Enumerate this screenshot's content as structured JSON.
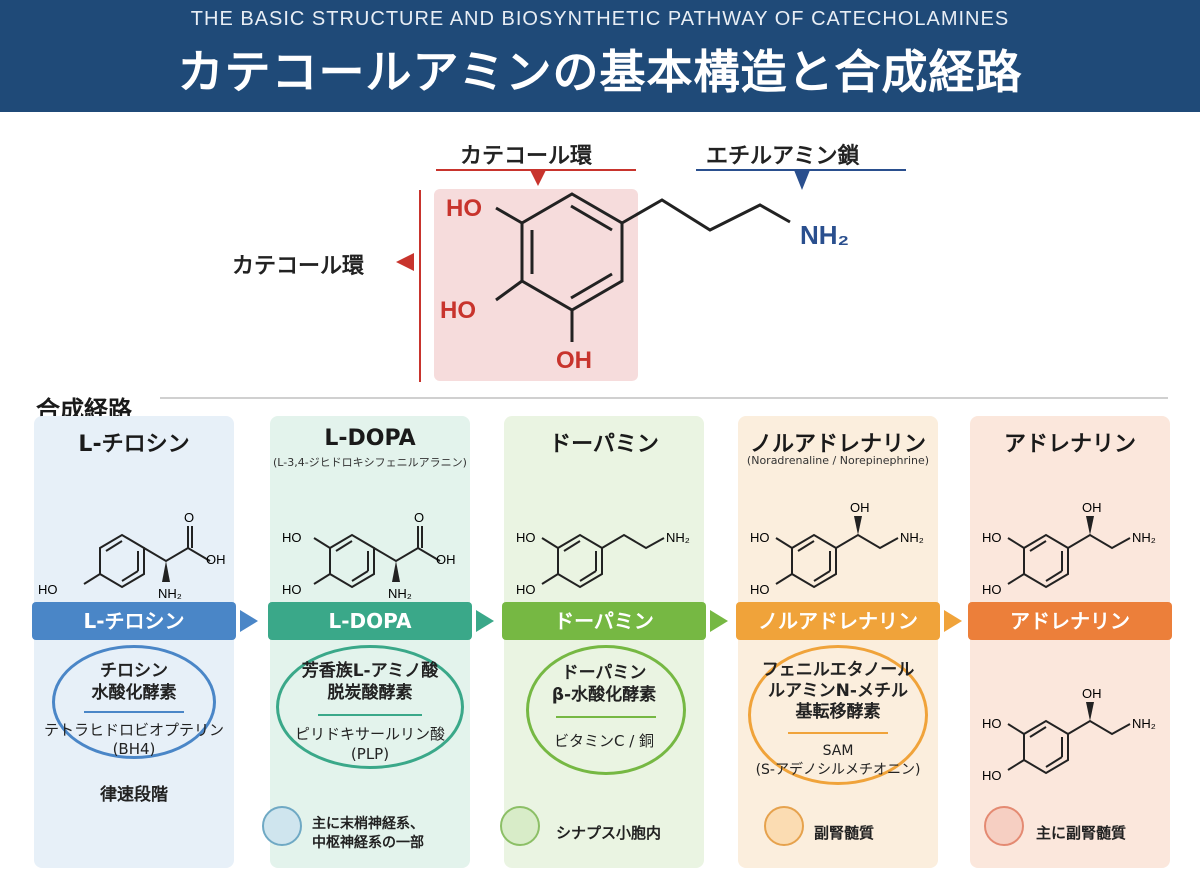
{
  "header": {
    "subtitle_en": "THE BASIC STRUCTURE AND BIOSYNTHETIC PATHWAY OF CATECHOLAMINES",
    "title_ja": "カテコールアミンの基本構造と合成経路"
  },
  "structure": {
    "ring_label_top": "カテコール環",
    "chain_label": "エチルアミン鎖",
    "ring_label_left": "カテコール環",
    "ho_1": "HO",
    "ho_2": "HO",
    "oh_3": "OH",
    "nh2": "NH₂",
    "colors": {
      "ring": "#c8342d",
      "chain": "#2a4f8e",
      "ring_bg": "#f6dcdc"
    }
  },
  "pathway": {
    "title": "合成経路",
    "steps": [
      {
        "name": "L-チロシン",
        "subtitle": "",
        "band_label": "L-チロシン",
        "enzyme_lines": [
          "チロシン",
          "水酸化酵素"
        ],
        "cofactor_lines": [
          "テトラヒドロビオプテリン",
          "(BH4)"
        ],
        "note": "律速段階",
        "location": "",
        "mol_labels": {
          "o": "O",
          "oh": "OH",
          "ho": "HO",
          "nh2": "NH₂"
        },
        "colors": {
          "bg": "#e7f0f8",
          "band": "#4a86c7"
        }
      },
      {
        "name": "L-DOPA",
        "subtitle": "(L-3,4-ジヒドロキシフェニルアラニン)",
        "band_label": "L-DOPA",
        "enzyme_lines": [
          "芳香族L-アミノ酸",
          "脱炭酸酵素"
        ],
        "cofactor_lines": [
          "ピリドキサールリン酸",
          "(PLP)"
        ],
        "location": "主に末梢神経系、中枢神経系の一部",
        "location_lines": [
          "主に末梢神経系、",
          "中枢神経系の一部"
        ],
        "mol_labels": {
          "o": "O",
          "oh": "OH",
          "ho1": "HO",
          "ho2": "HO",
          "nh2": "NH₂"
        },
        "colors": {
          "bg": "#e3f3ec",
          "band": "#3aa889"
        }
      },
      {
        "name": "ドーパミン",
        "subtitle": "",
        "band_label": "ドーパミン",
        "enzyme_lines": [
          "ドーパミン",
          "β-水酸化酵素"
        ],
        "cofactor_lines": [
          "ビタミンC / 銅"
        ],
        "location": "シナプス小胞内",
        "mol_labels": {
          "ho1": "HO",
          "ho2": "HO",
          "nh2": "NH₂"
        },
        "colors": {
          "bg": "#eaf4e2",
          "band": "#76b843"
        }
      },
      {
        "name": "ノルアドレナリン",
        "subtitle": "(Noradrenaline / Norepinephrine)",
        "band_label": "ノルアドレナリン",
        "enzyme_lines": [
          "フェニルエタノール",
          "ルアミンN-メチル",
          "基転移酵素"
        ],
        "cofactor_lines": [
          "SAM",
          "(S-アデノシルメチオニン)"
        ],
        "location": "副腎髄質",
        "mol_labels": {
          "oh": "OH",
          "ho1": "HO",
          "ho2": "HO",
          "nh2": "NH₂"
        },
        "colors": {
          "bg": "#fbeedd",
          "band": "#f0a33a"
        }
      },
      {
        "name": "アドレナリン",
        "subtitle": "",
        "band_label": "アドレナリン",
        "enzyme_lines": [],
        "cofactor_lines": [],
        "location": "主に副腎髄質",
        "mol_labels": {
          "oh": "OH",
          "ho1": "HO",
          "ho2": "HO",
          "nh2": "NH₂"
        },
        "colors": {
          "bg": "#fbe7dc",
          "band": "#ec7f3a"
        }
      }
    ]
  }
}
